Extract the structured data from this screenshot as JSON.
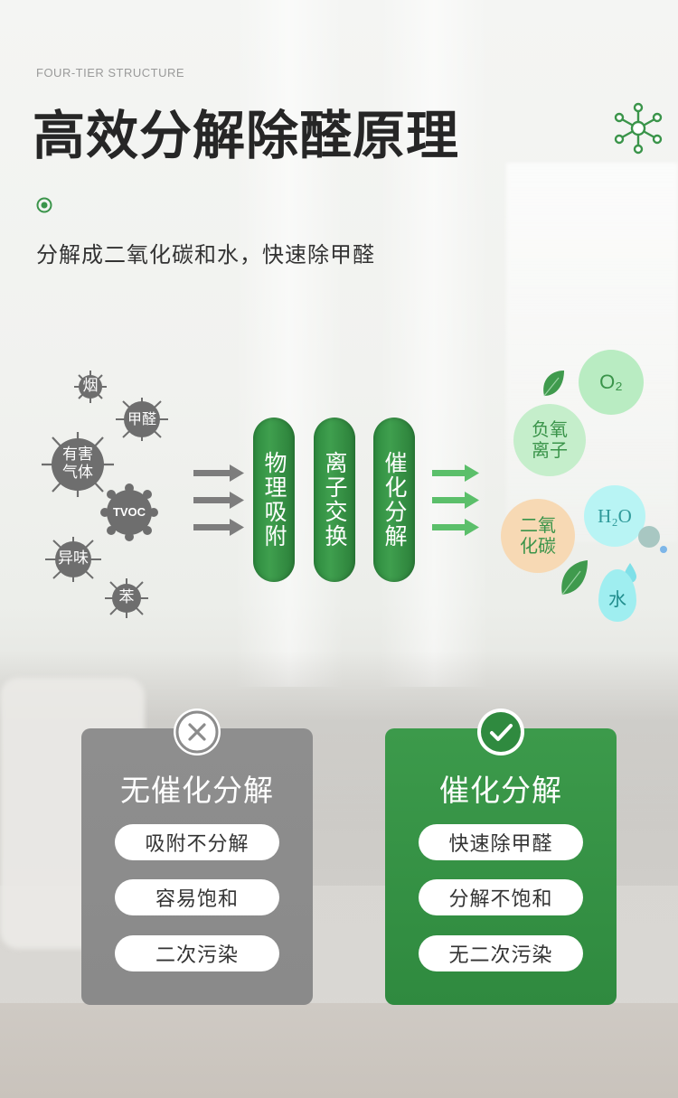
{
  "header": {
    "eyebrow": "FOUR-TIER STRUCTURE",
    "title": "高效分解除醛原理",
    "subtitle": "分解成二氧化碳和水，快速除甲醛"
  },
  "icons": {
    "molecule": "molecule-icon",
    "target": "target-icon"
  },
  "pollutants": [
    {
      "label": "烟"
    },
    {
      "label": "甲醛"
    },
    {
      "label": "有害\n气体"
    },
    {
      "label": "TVOC"
    },
    {
      "label": "异味"
    },
    {
      "label": "苯"
    }
  ],
  "stages": [
    "物理吸附",
    "离子交换",
    "催化分解"
  ],
  "outputs": {
    "o2": "O₂",
    "anion": "负氧\n离子",
    "h2o": "H₂O",
    "co2": "二氧\n化碳",
    "water": "水"
  },
  "comparison": {
    "left": {
      "title": "无催化分解",
      "items": [
        "吸附不分解",
        "容易饱和",
        "二次污染"
      ]
    },
    "right": {
      "title": "催化分解",
      "items": [
        "快速除甲醛",
        "分解不饱和",
        "无二次污染"
      ]
    }
  },
  "colors": {
    "green": "#3a944a",
    "grey_card": "#8c8c8c",
    "pollutant": "#6e6e6e"
  }
}
